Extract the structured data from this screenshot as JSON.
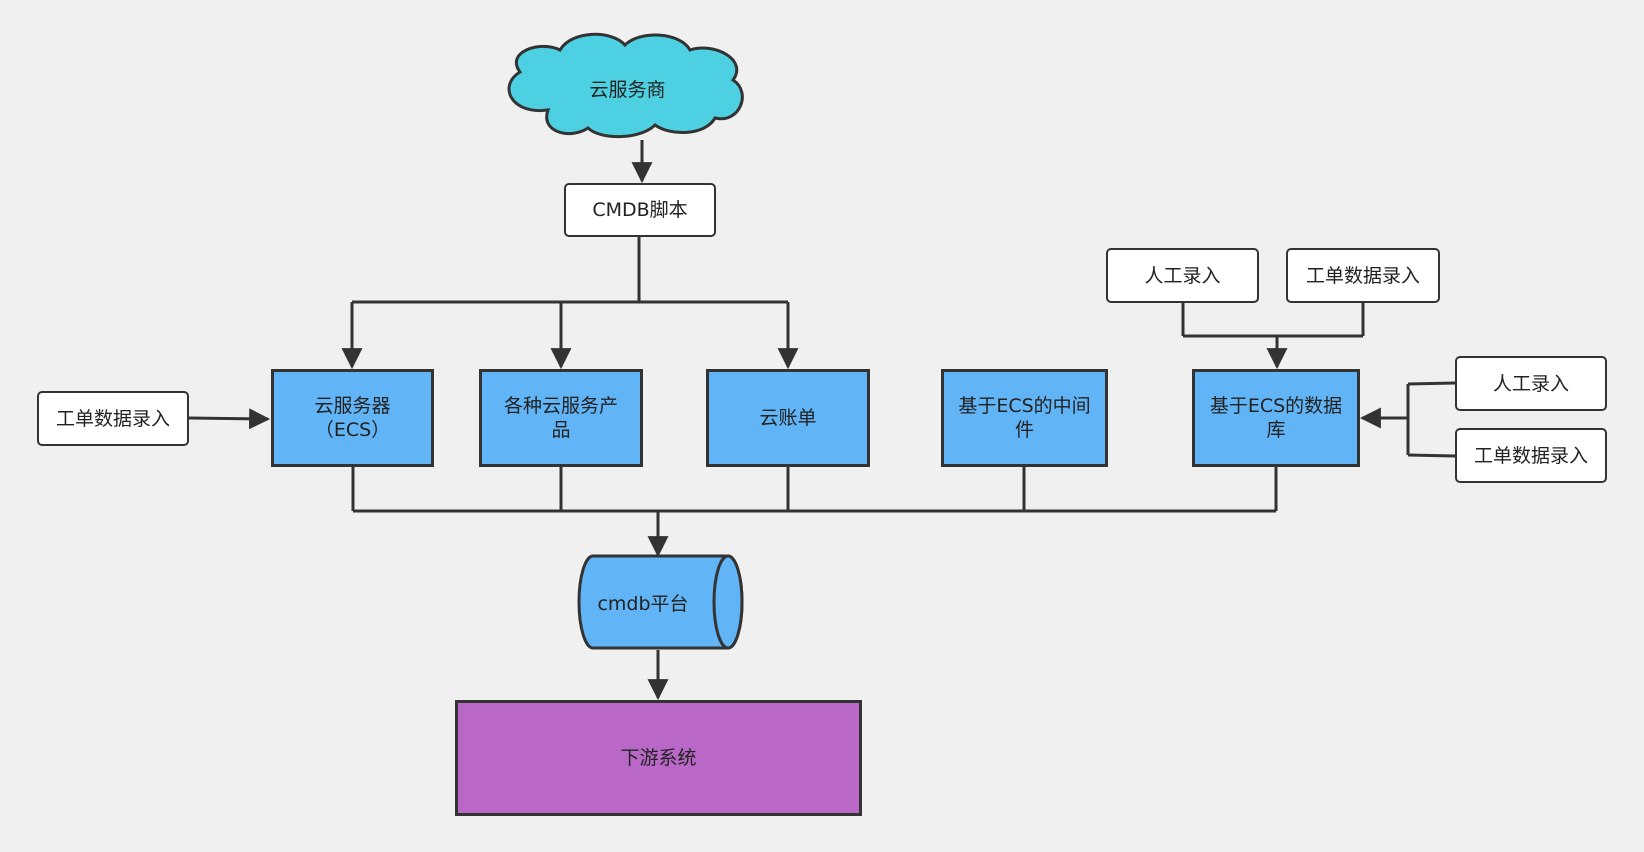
{
  "nodes": {
    "cloud_provider": "云服务商",
    "cmdb_script": "CMDB脚本",
    "ecs": "云服务器\n（ECS）",
    "cloud_products": "各种云服务产\n品",
    "cloud_bill": "云账单",
    "ecs_middleware": "基于ECS的中间\n件",
    "ecs_database": "基于ECS的数据\n库",
    "cmdb_platform": "cmdb平台",
    "downstream": "下游系统",
    "ticket_entry_left": "工单数据录入",
    "manual_entry_top": "人工录入",
    "ticket_entry_top": "工单数据录入",
    "manual_entry_right": "人工录入",
    "ticket_entry_right": "工单数据录入"
  },
  "colors": {
    "background": "#f0f0f0",
    "cloud": "#4dd0e1",
    "process": "#61b4f5",
    "downstream": "#b968c7",
    "entry": "#ffffff",
    "line": "#333333"
  }
}
